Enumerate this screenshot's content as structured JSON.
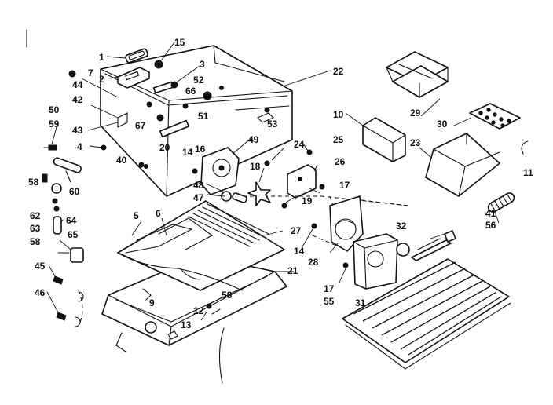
{
  "diagram": {
    "background": "#ffffff",
    "ink": "#111111",
    "callouts": [
      {
        "id": "1",
        "text": "1"
      },
      {
        "id": "2",
        "text": "2"
      },
      {
        "id": "3",
        "text": "3"
      },
      {
        "id": "4",
        "text": "4"
      },
      {
        "id": "5",
        "text": "5"
      },
      {
        "id": "6",
        "text": "6"
      },
      {
        "id": "7",
        "text": "7"
      },
      {
        "id": "9",
        "text": "9"
      },
      {
        "id": "10",
        "text": "10"
      },
      {
        "id": "11",
        "text": "11"
      },
      {
        "id": "12",
        "text": "12"
      },
      {
        "id": "13",
        "text": "13"
      },
      {
        "id": "14a",
        "text": "14"
      },
      {
        "id": "14b",
        "text": "14"
      },
      {
        "id": "15",
        "text": "15"
      },
      {
        "id": "16",
        "text": "16"
      },
      {
        "id": "17a",
        "text": "17"
      },
      {
        "id": "17b",
        "text": "17"
      },
      {
        "id": "18",
        "text": "18"
      },
      {
        "id": "19",
        "text": "19"
      },
      {
        "id": "20",
        "text": "20"
      },
      {
        "id": "21",
        "text": "21"
      },
      {
        "id": "22",
        "text": "22"
      },
      {
        "id": "23",
        "text": "23"
      },
      {
        "id": "24",
        "text": "24"
      },
      {
        "id": "25",
        "text": "25"
      },
      {
        "id": "26",
        "text": "26"
      },
      {
        "id": "27",
        "text": "27"
      },
      {
        "id": "28",
        "text": "28"
      },
      {
        "id": "29",
        "text": "29"
      },
      {
        "id": "30",
        "text": "30"
      },
      {
        "id": "31",
        "text": "31"
      },
      {
        "id": "32",
        "text": "32"
      },
      {
        "id": "40",
        "text": "40"
      },
      {
        "id": "41",
        "text": "41"
      },
      {
        "id": "42",
        "text": "42"
      },
      {
        "id": "43",
        "text": "43"
      },
      {
        "id": "44",
        "text": "44"
      },
      {
        "id": "45",
        "text": "45"
      },
      {
        "id": "46",
        "text": "46"
      },
      {
        "id": "47",
        "text": "47"
      },
      {
        "id": "48",
        "text": "48"
      },
      {
        "id": "49",
        "text": "49"
      },
      {
        "id": "50",
        "text": "50"
      },
      {
        "id": "51",
        "text": "51"
      },
      {
        "id": "52",
        "text": "52"
      },
      {
        "id": "53",
        "text": "53"
      },
      {
        "id": "55",
        "text": "55"
      },
      {
        "id": "56",
        "text": "56"
      },
      {
        "id": "58a",
        "text": "58"
      },
      {
        "id": "58b",
        "text": "58"
      },
      {
        "id": "58c",
        "text": "58"
      },
      {
        "id": "59",
        "text": "59"
      },
      {
        "id": "60",
        "text": "60"
      },
      {
        "id": "62",
        "text": "62"
      },
      {
        "id": "63",
        "text": "63"
      },
      {
        "id": "64",
        "text": "64"
      },
      {
        "id": "65",
        "text": "65"
      },
      {
        "id": "66",
        "text": "66"
      },
      {
        "id": "67",
        "text": "67"
      }
    ]
  }
}
